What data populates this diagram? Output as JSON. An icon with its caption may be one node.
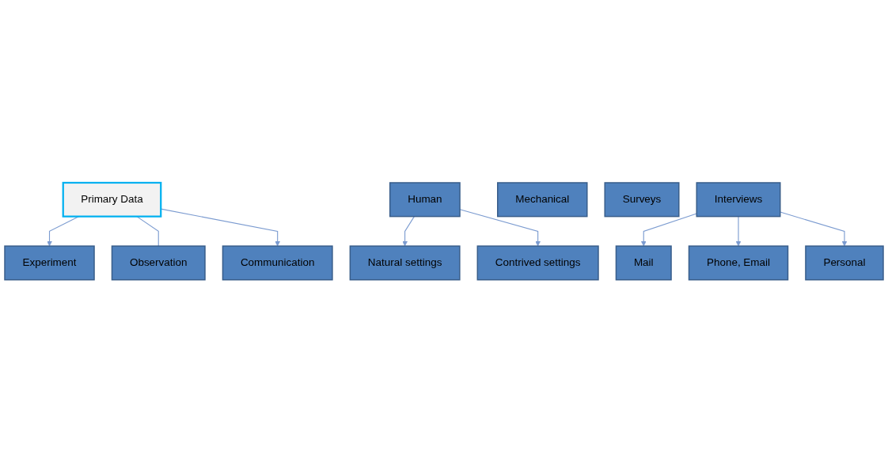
{
  "diagram": {
    "nodes": [
      {
        "text": [
          "Primary Data"
        ]
      },
      {
        "text": [
          "Experiment"
        ]
      },
      {
        "text": [
          "Observation"
        ]
      },
      {
        "text": [
          "Human"
        ]
      },
      {
        "text": [
          "Mechanical"
        ]
      },
      {
        "text": [
          "Communication"
        ]
      },
      {
        "text": [
          "Surveys"
        ]
      },
      {
        "text": [
          "Interviews"
        ]
      },
      {
        "text": [
          "Natural settings"
        ]
      },
      {
        "text": [
          "Contrived settings"
        ]
      },
      {
        "text": [
          "Mail"
        ]
      },
      {
        "text": [
          "Phone, Email"
        ]
      },
      {
        "text": [
          "Personal"
        ]
      }
    ],
    "edges": [
      {
        "from": 0,
        "to": 1,
        "arrow": "to"
      },
      {
        "from": 0,
        "to": 2,
        "arrow": "none"
      },
      {
        "from": 0,
        "to": 5,
        "arrow": "to"
      },
      {
        "from": 3,
        "to": 8,
        "arrow": "to"
      },
      {
        "from": 3,
        "to": 9,
        "arrow": "to"
      },
      {
        "from": 7,
        "to": 10,
        "arrow": "to"
      },
      {
        "from": 7,
        "to": 11,
        "arrow": "to"
      },
      {
        "from": 7,
        "to": 12,
        "arrow": "to"
      }
    ]
  }
}
